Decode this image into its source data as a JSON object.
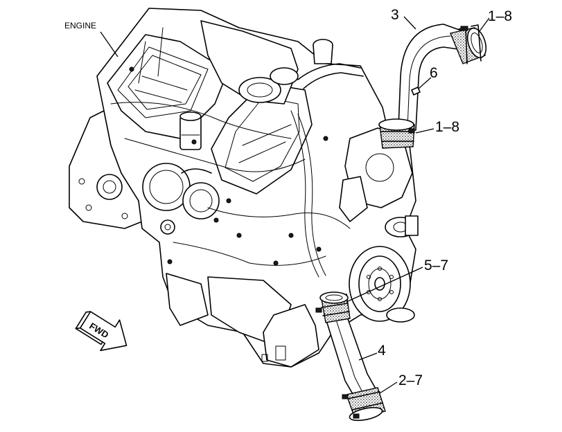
{
  "labels": {
    "engine": "ENGINE",
    "fwd": "FWD"
  },
  "callouts": {
    "c1": "3",
    "c2": "1–8",
    "c3": "6",
    "c4": "1–8",
    "c5": "5–7",
    "c6": "4",
    "c7": "2–7"
  }
}
